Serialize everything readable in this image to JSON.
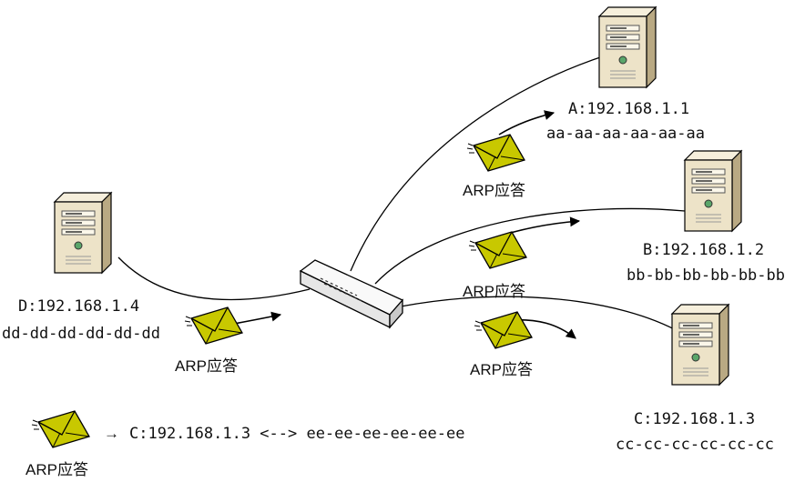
{
  "hosts": {
    "A": {
      "ip_label": "A:192.168.1.1",
      "mac": "aa-aa-aa-aa-aa-aa"
    },
    "B": {
      "ip_label": "B:192.168.1.2",
      "mac": "bb-bb-bb-bb-bb-bb"
    },
    "C": {
      "ip_label": "C:192.168.1.3",
      "mac": "cc-cc-cc-cc-cc-cc"
    },
    "D": {
      "ip_label": "D:192.168.1.4",
      "mac": "dd-dd-dd-dd-dd-dd"
    }
  },
  "messages": {
    "to_a": "ARP应答",
    "to_b": "ARP应答",
    "to_c": "ARP应答",
    "from_d": "ARP应答"
  },
  "legend": {
    "envelope_label": "ARP应答",
    "mapping": "C:192.168.1.3 <--> ee-ee-ee-ee-ee-ee",
    "arrow": "→"
  },
  "colors": {
    "envelope": "#c8c800",
    "server_body": "#ede3c8",
    "server_side": "#b8a882",
    "switch_body": "#f2f2f2"
  }
}
